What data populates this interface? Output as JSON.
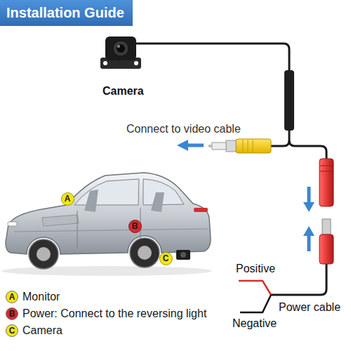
{
  "diagram": {
    "title": "Installation Guide",
    "nodes": [
      {
        "text": [
          "A"
        ]
      },
      {
        "text": [
          "B"
        ]
      },
      {
        "text": [
          "C"
        ]
      }
    ],
    "labels": [
      "Camera",
      "Connect to video cable",
      "Positive",
      "Power cable",
      "Negative",
      "A",
      "B",
      "C"
    ],
    "legend": [
      {
        "text": "Monitor",
        "color": "#f2e31c"
      },
      {
        "text": "Power: Connect to the reversing light",
        "color": "#d7282f"
      },
      {
        "text": "Camera",
        "color": "#f2e31c"
      }
    ]
  }
}
